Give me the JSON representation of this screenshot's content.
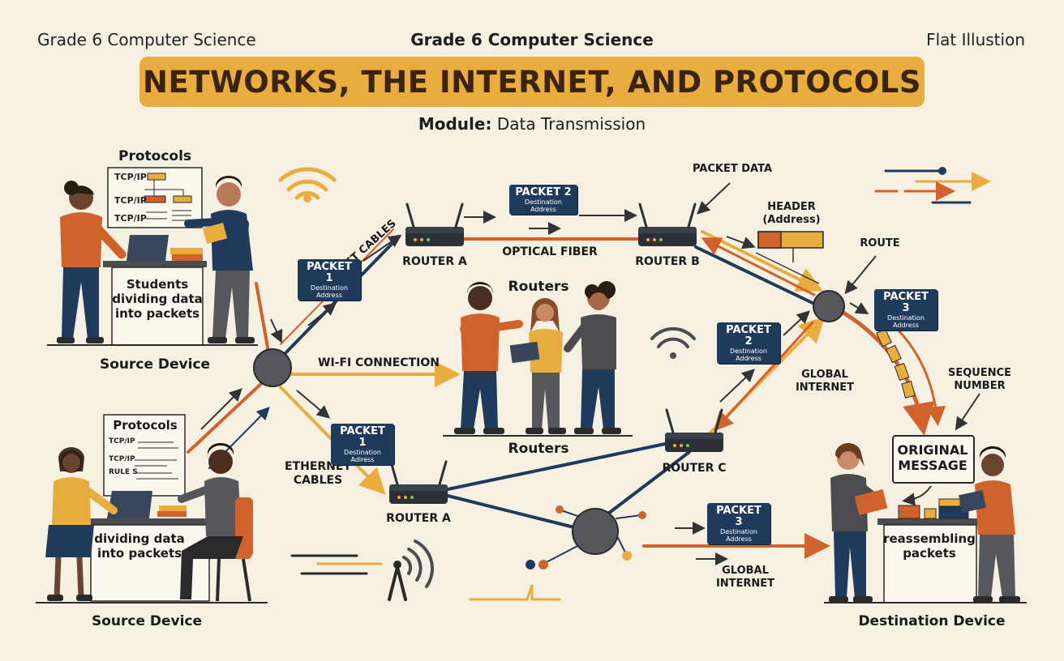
{
  "header": {
    "left": "Grade 6 Computer Science",
    "center": "Grade 6 Computer Science",
    "right": "Flat Illustion",
    "title": "NETWORKS, THE INTERNET, AND PROTOCOLS",
    "module_label": "Module:",
    "module_value": "Data Transmission"
  },
  "colors": {
    "banner": "#e9ad3f",
    "navy": "#203a5c",
    "orange": "#d0622b",
    "gold": "#e9ad3f",
    "background": "#f6f0e2"
  },
  "top_left": {
    "protocols_title": "Protocols",
    "board_lines": [
      "TCP/IP",
      "TCP/IP",
      "TCP/IP"
    ],
    "desk_caption": [
      "Students",
      "dividing data",
      "into packets"
    ],
    "device_label": "Source Device"
  },
  "bottom_left": {
    "protocols_title": "Protocols",
    "board_lines": [
      "TCP/IP",
      "TCP/IP",
      "RULE S"
    ],
    "desk_caption": [
      "dividing data",
      "into packets"
    ],
    "device_label": "Source Device"
  },
  "center": {
    "routers_top": "Routers",
    "routers_bottom": "Routers"
  },
  "network": {
    "router_a_top": "ROUTER A",
    "router_b": "ROUTER B",
    "router_a_bottom": "ROUTER A",
    "router_c": "ROUTER C",
    "optical_fiber": "OPTICAL FIBER",
    "ethernet_cables_diag": "ETHERNET CABLES",
    "wifi_connection": "WI-FI CONNECTION",
    "ethernet_cables": [
      "ETHERNET",
      "CABLES"
    ],
    "packet_data": "PACKET DATA",
    "header_label": [
      "HEADER",
      "(Address)"
    ],
    "route": "ROUTE",
    "global_internet_mid": [
      "GLOBAL",
      "INTERNET"
    ],
    "global_internet_bottom": [
      "GLOBAL",
      "INTERNET"
    ],
    "sequence_number": [
      "SEQUENCE",
      "NUMBER"
    ]
  },
  "packets": [
    {
      "label": "PACKET 2",
      "sub": "Destination Address"
    },
    {
      "label": "PACKET 1",
      "sub": "Destination Address"
    },
    {
      "label": "PACKET 1",
      "sub": "Destination Adiress"
    },
    {
      "label": "PACKET 2",
      "sub": "Destination Address"
    },
    {
      "label": "PACKET 3",
      "sub": "Destination Address"
    },
    {
      "label": "PACKET 3",
      "sub": "Destination Address"
    }
  ],
  "destination": {
    "message": [
      "ORIGINAL",
      "MESSAGE"
    ],
    "desk_caption": [
      "reassembling",
      "packets"
    ],
    "device_label": "Destination Device"
  }
}
